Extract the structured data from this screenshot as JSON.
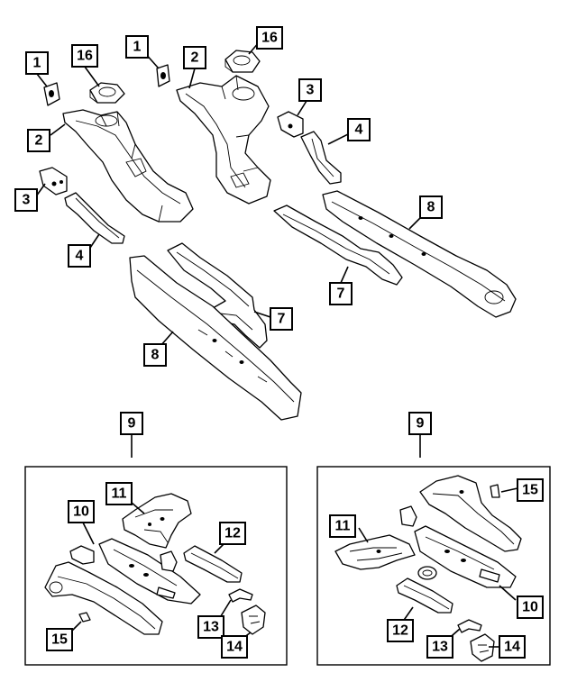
{
  "callouts": {
    "c1a": "1",
    "c1b": "1",
    "c16a": "16",
    "c16b": "16",
    "c2a": "2",
    "c2b": "2",
    "c3a": "3",
    "c3b": "3",
    "c4a": "4",
    "c4b": "4",
    "c7a": "7",
    "c7b": "7",
    "c8a": "8",
    "c8b": "8",
    "c9a": "9",
    "c9b": "9",
    "c10a": "10",
    "c10b": "10",
    "c11a": "11",
    "c11b": "11",
    "c12a": "12",
    "c12b": "12",
    "c13a": "13",
    "c13b": "13",
    "c14a": "14",
    "c14b": "14",
    "c15a": "15",
    "c15b": "15"
  }
}
